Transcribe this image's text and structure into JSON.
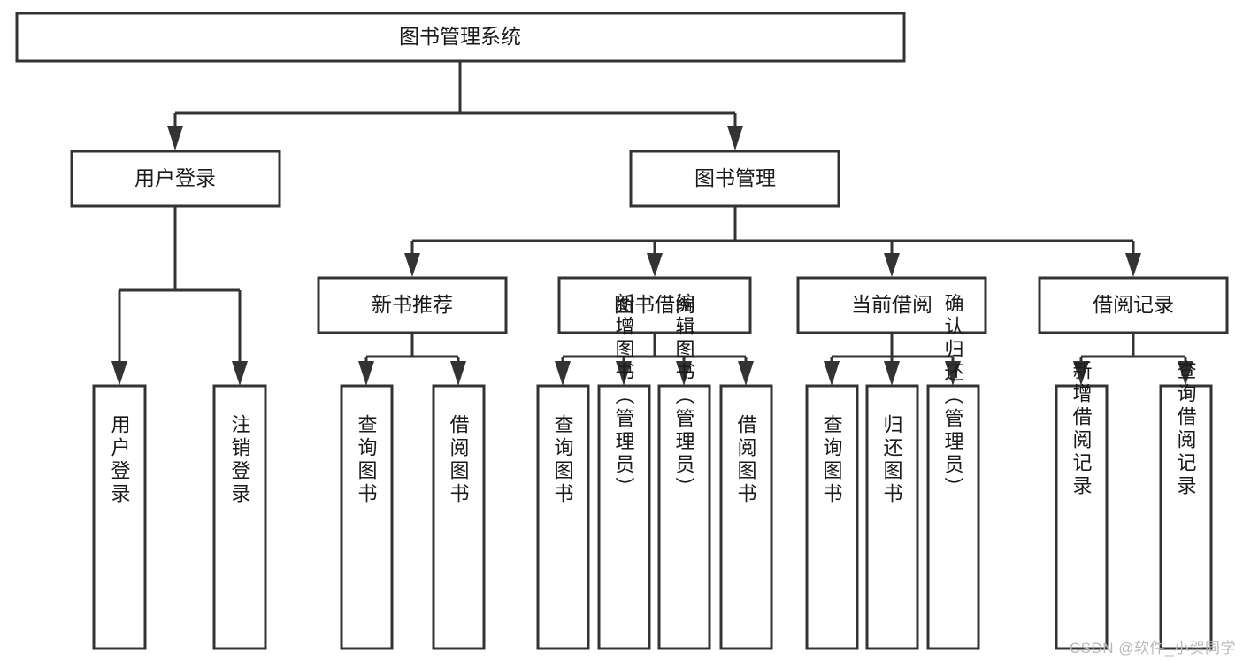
{
  "diagram": {
    "title": "图书管理系统",
    "type": "tree-hierarchy",
    "root": {
      "id": "root",
      "label": "图书管理系统"
    },
    "level2": [
      {
        "id": "user-login",
        "label": "用户登录"
      },
      {
        "id": "book-management",
        "label": "图书管理"
      }
    ],
    "level3": [
      {
        "id": "new-book-recommend",
        "label": "新书推荐",
        "parent": "book-management"
      },
      {
        "id": "book-borrow",
        "label": "图书借阅",
        "parent": "book-management"
      },
      {
        "id": "current-borrow",
        "label": "当前借阅",
        "parent": "book-management"
      },
      {
        "id": "borrow-record",
        "label": "借阅记录",
        "parent": "book-management"
      }
    ],
    "leaves": [
      {
        "id": "leaf-user-login",
        "label": "用户登录",
        "parent": "user-login"
      },
      {
        "id": "leaf-user-logout",
        "label": "注销登录",
        "parent": "user-login"
      },
      {
        "id": "leaf-query-book-1",
        "label": "查询图书",
        "parent": "new-book-recommend"
      },
      {
        "id": "leaf-borrow-book-1",
        "label": "借阅图书",
        "parent": "new-book-recommend"
      },
      {
        "id": "leaf-query-book-2",
        "label": "查询图书",
        "parent": "book-borrow"
      },
      {
        "id": "leaf-add-book",
        "label": "新增图书（管理员）",
        "parent": "book-borrow"
      },
      {
        "id": "leaf-edit-book",
        "label": "编辑图书（管理员）",
        "parent": "book-borrow"
      },
      {
        "id": "leaf-borrow-book-2",
        "label": "借阅图书",
        "parent": "book-borrow"
      },
      {
        "id": "leaf-query-book-3",
        "label": "查询图书",
        "parent": "current-borrow"
      },
      {
        "id": "leaf-return-book",
        "label": "归还图书",
        "parent": "current-borrow"
      },
      {
        "id": "leaf-confirm-return",
        "label": "确认归还（管理员）",
        "parent": "current-borrow"
      },
      {
        "id": "leaf-add-record",
        "label": "新增借阅记录",
        "parent": "borrow-record"
      },
      {
        "id": "leaf-query-record",
        "label": "查询借阅记录",
        "parent": "borrow-record"
      }
    ]
  },
  "watermark": {
    "text": "CSDN @软件_小贺同学"
  },
  "colors": {
    "stroke": "#333333",
    "fill": "#ffffff",
    "text": "#1a1a1a",
    "watermark": "#b8b8b8"
  }
}
